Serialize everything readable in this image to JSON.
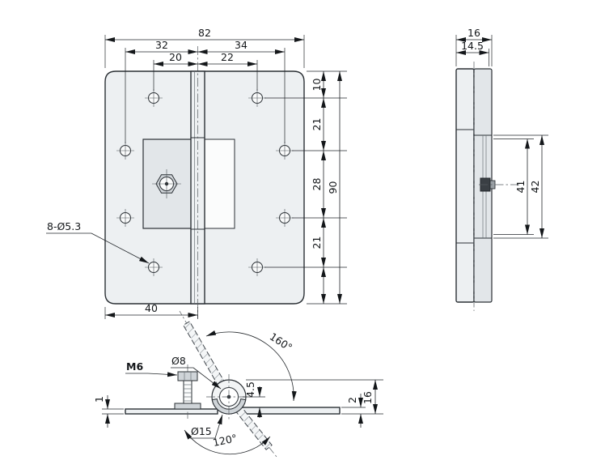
{
  "drawing": {
    "front_view": {
      "total_width": "82",
      "left_columns": "32",
      "right_columns": "34",
      "inner_left": "20",
      "inner_right": "22",
      "total_height": "90",
      "row1": "10",
      "row2": "21",
      "row3": "28",
      "row4": "21",
      "base_width": "40",
      "holes_note": "8-Ø5.3"
    },
    "side_view": {
      "total_depth": "16",
      "inner_depth": "14.5",
      "knuckle_len_inner": "41",
      "knuckle_len_outer": "42"
    },
    "section_view": {
      "thread": "M6",
      "pin_dia": "Ø8",
      "knuckle_dia": "Ø15",
      "open_angle": "160°",
      "fold_angle": "120°",
      "pivot_offset": "4.5",
      "leaf1_thickness": "1",
      "leaf2_thickness": "2",
      "profile_height": "16"
    }
  }
}
